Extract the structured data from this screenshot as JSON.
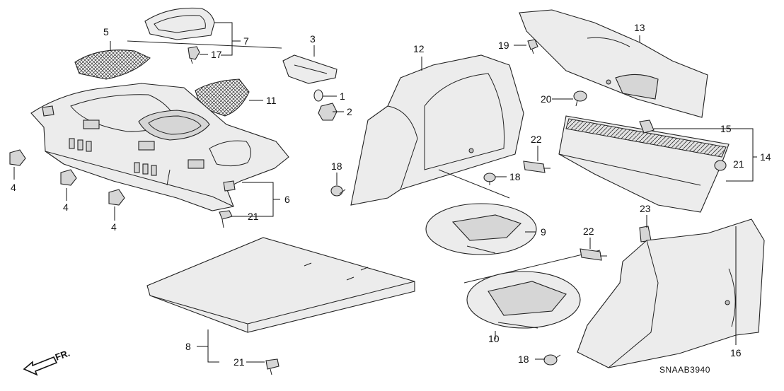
{
  "diagram": {
    "callouts": [
      "1",
      "2",
      "3",
      "4",
      "5",
      "6",
      "7",
      "8",
      "9",
      "10",
      "11",
      "12",
      "13",
      "14",
      "15",
      "16",
      "17",
      "18",
      "19",
      "20",
      "21",
      "22",
      "23"
    ],
    "direction_label": "FR.",
    "diagram_code": "SNAAB3940"
  }
}
